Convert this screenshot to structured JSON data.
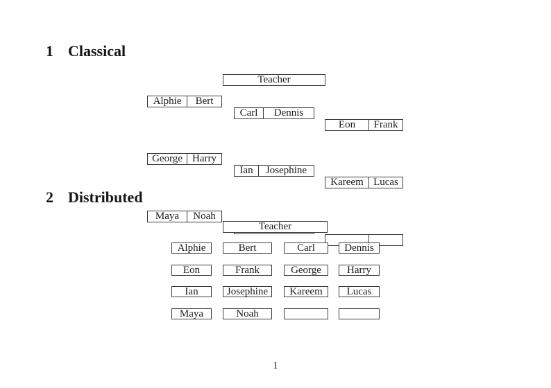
{
  "document": {
    "page_number": "1"
  },
  "classical": {
    "section_number": "1",
    "section_title": "Classical",
    "teacher_label": "Teacher",
    "desks": [
      {
        "left": "Alphie",
        "right": "Bert"
      },
      {
        "left": "Carl",
        "right": "Dennis"
      },
      {
        "left": "Eon",
        "right": "Frank"
      },
      {
        "left": "George",
        "right": "Harry"
      },
      {
        "left": "Ian",
        "right": "Josephine"
      },
      {
        "left": "Kareem",
        "right": "Lucas"
      },
      {
        "left": "Maya",
        "right": "Noah"
      },
      {
        "left": "",
        "right": ""
      },
      {
        "left": "",
        "right": ""
      }
    ]
  },
  "distributed": {
    "section_number": "2",
    "section_title": "Distributed",
    "teacher_label": "Teacher",
    "seats": [
      "Alphie",
      "Bert",
      "Carl",
      "Dennis",
      "Eon",
      "Frank",
      "George",
      "Harry",
      "Ian",
      "Josephine",
      "Kareem",
      "Lucas",
      "Maya",
      "Noah",
      "",
      ""
    ]
  }
}
